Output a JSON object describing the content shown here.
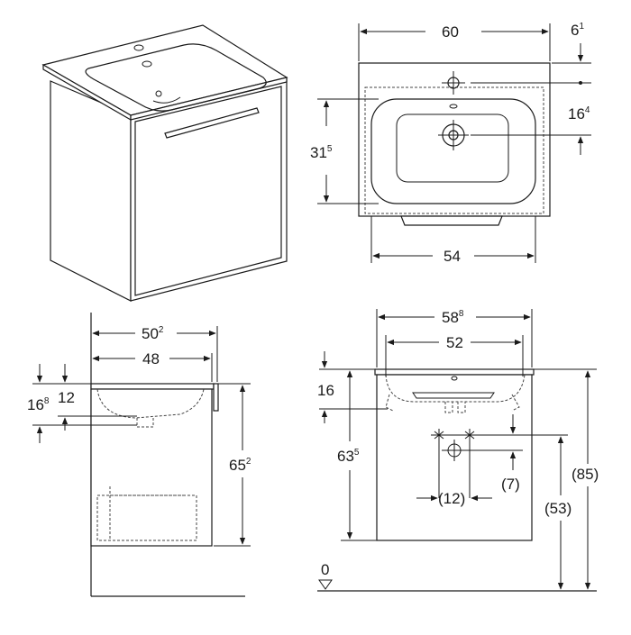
{
  "views": {
    "top": {
      "width": "60",
      "tap_offset_main": "6",
      "tap_offset_sup": "1",
      "drain_offset_main": "16",
      "drain_offset_sup": "4",
      "bowl_depth_main": "31",
      "bowl_depth_sup": "5",
      "cabinet_width": "54"
    },
    "side": {
      "overall_depth_main": "50",
      "overall_depth_sup": "2",
      "cabinet_depth": "48",
      "basin_depth_main": "16",
      "basin_depth_sup": "8",
      "siphon_offset": "12",
      "height_main": "65",
      "height_sup": "2"
    },
    "front": {
      "basin_width_main": "58",
      "basin_width_sup": "8",
      "bowl_width": "52",
      "top_thickness": "16",
      "cabinet_height_main": "63",
      "cabinet_height_sup": "5",
      "drain_spacing": "(12)",
      "drain_vertical": "(7)",
      "drain_height": "(53)",
      "total_height": "(85)",
      "floor_level": "0"
    }
  }
}
